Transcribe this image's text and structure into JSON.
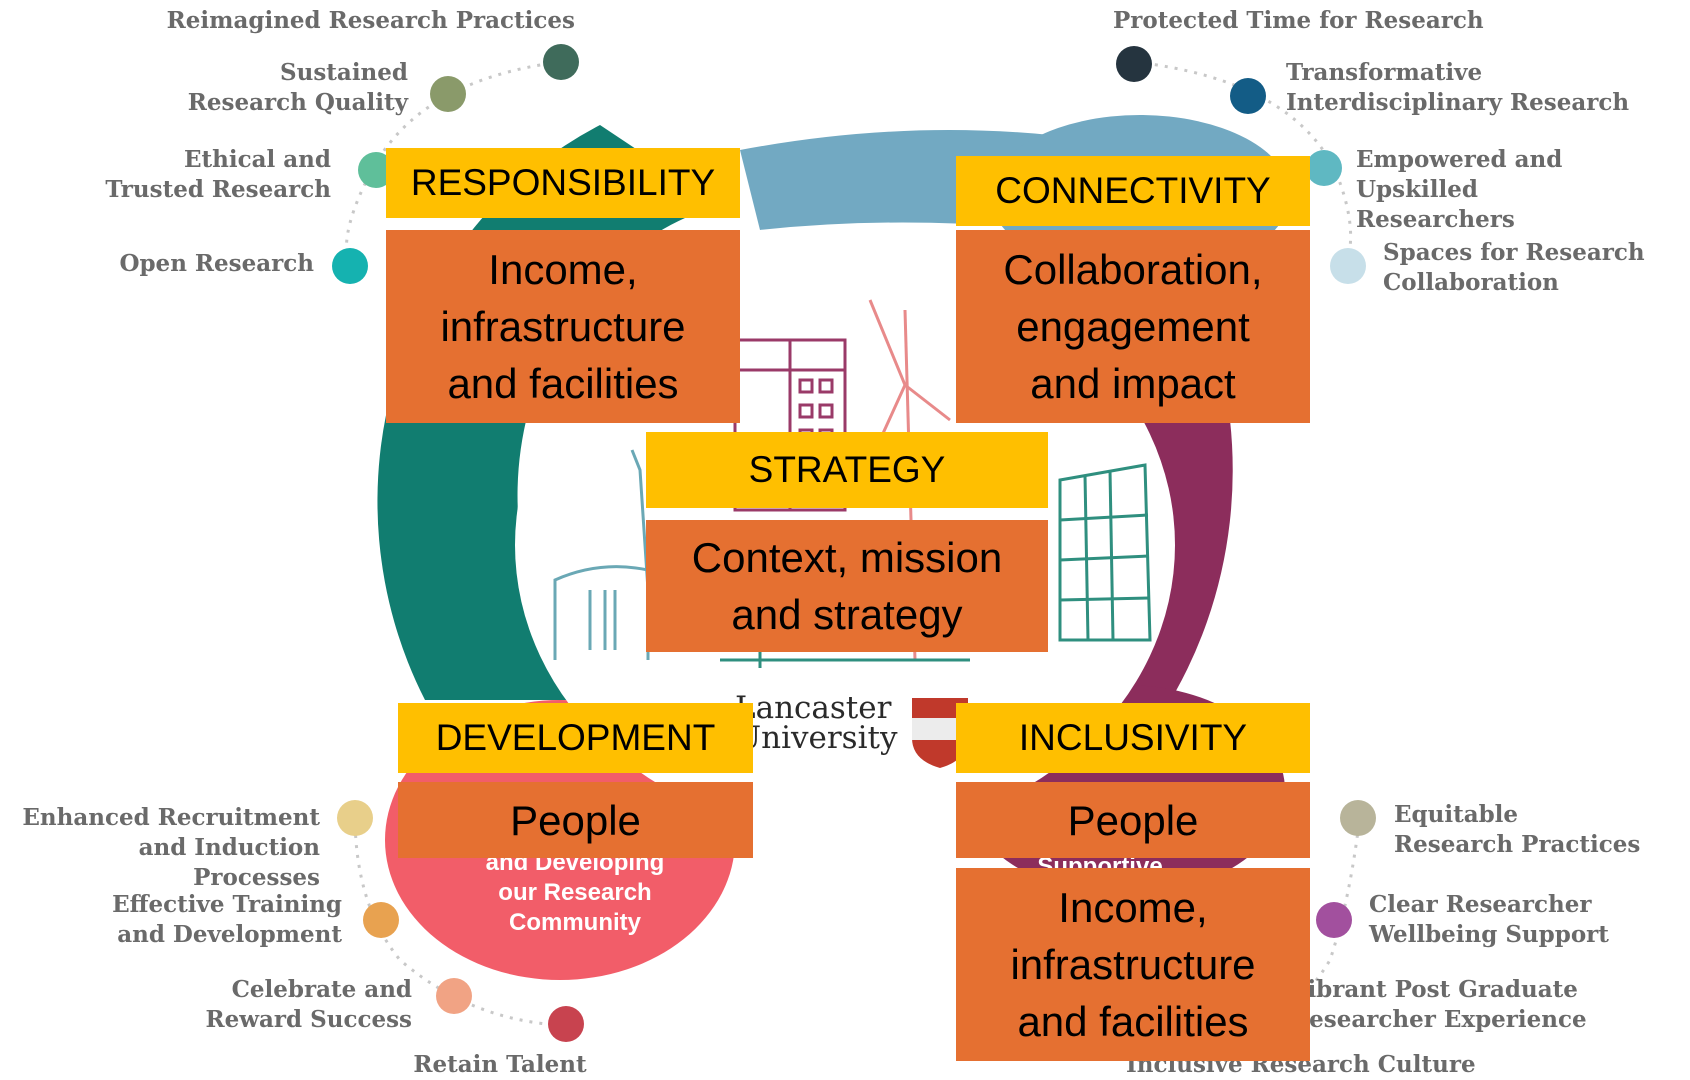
{
  "colors": {
    "responsibility": "#117d70",
    "connectivity": "#72a9c2",
    "development": "#f25d69",
    "inclusivity": "#8c2d5c",
    "header_box": "#ffbf00",
    "content_box": "#e57031"
  },
  "outer_labels": {
    "reimagined": "Reimagined Research Practices",
    "sustained": "Sustained\nResearch Quality",
    "ethical": "Ethical and\nTrusted Research",
    "open": "Open Research",
    "protected": "Protected Time for Research",
    "transformative": "Transformative\nInterdisciplinary Research",
    "empowered": "Empowered and Upskilled\nResearchers",
    "spaces": "Spaces for Research\nCollaboration",
    "recruitment": "Enhanced Recruitment\nand Induction Processes",
    "training": "Effective Training\nand Development",
    "celebrate": "Celebrate and\nReward Success",
    "retain": "Retain Talent",
    "equitable": "Equitable\nResearch Practices",
    "wellbeing": "Clear Researcher\nWellbeing Support",
    "vibrant": "Vibrant Post Graduate\nResearcher Experience",
    "inclusive_culture": "Inclusive Research Culture"
  },
  "quadrant_text": {
    "development_partial": "and Developing\nour Research\nCommunity",
    "inclusivity_partial": "Supportive"
  },
  "logo": {
    "line1": "Lancaster",
    "line2": "University"
  },
  "boxes": {
    "responsibility_header": "RESPONSIBILITY",
    "responsibility_body": "Income,\ninfrastructure\nand facilities",
    "connectivity_header": "CONNECTIVITY",
    "connectivity_body": "Collaboration,\nengagement\nand impact",
    "strategy_header": "STRATEGY",
    "strategy_body": "Context, mission\nand strategy",
    "development_header": "DEVELOPMENT",
    "development_body": "People",
    "inclusivity_header": "INCLUSIVITY",
    "inclusivity_body_1": "People",
    "inclusivity_body_2": "Income,\ninfrastructure\nand facilities"
  }
}
